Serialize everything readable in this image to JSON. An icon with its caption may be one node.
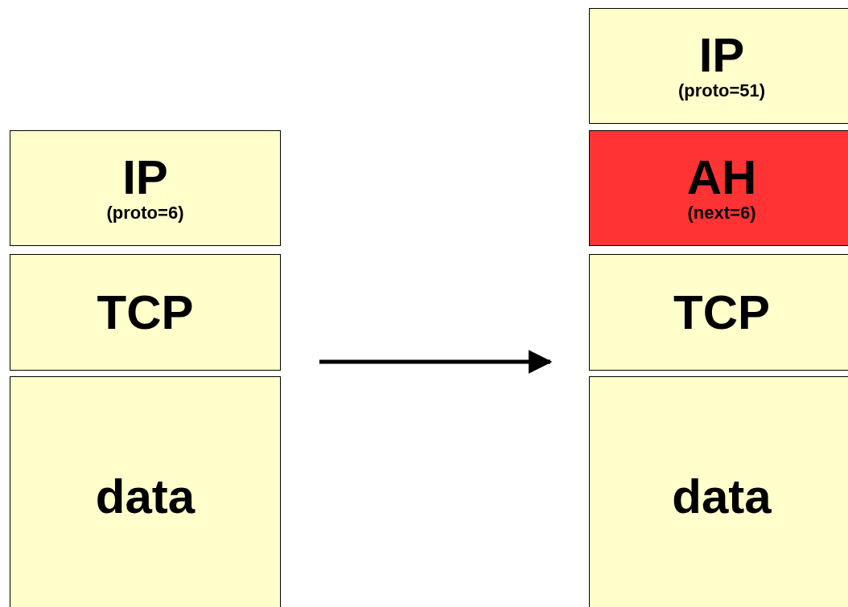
{
  "diagram": {
    "nodes": [
      {
        "text": [
          "IP",
          "(proto=6)"
        ]
      },
      {
        "text": [
          "TCP"
        ]
      },
      {
        "text": [
          "data"
        ]
      },
      {
        "text": [
          "IP",
          "(proto=51)"
        ]
      },
      {
        "text": [
          "AH",
          "(next=6)"
        ]
      },
      {
        "text": [
          "TCP"
        ]
      },
      {
        "text": [
          "data"
        ]
      }
    ],
    "edges": [
      {
        "from": 1,
        "to": 5,
        "arrow": "to"
      }
    ]
  }
}
